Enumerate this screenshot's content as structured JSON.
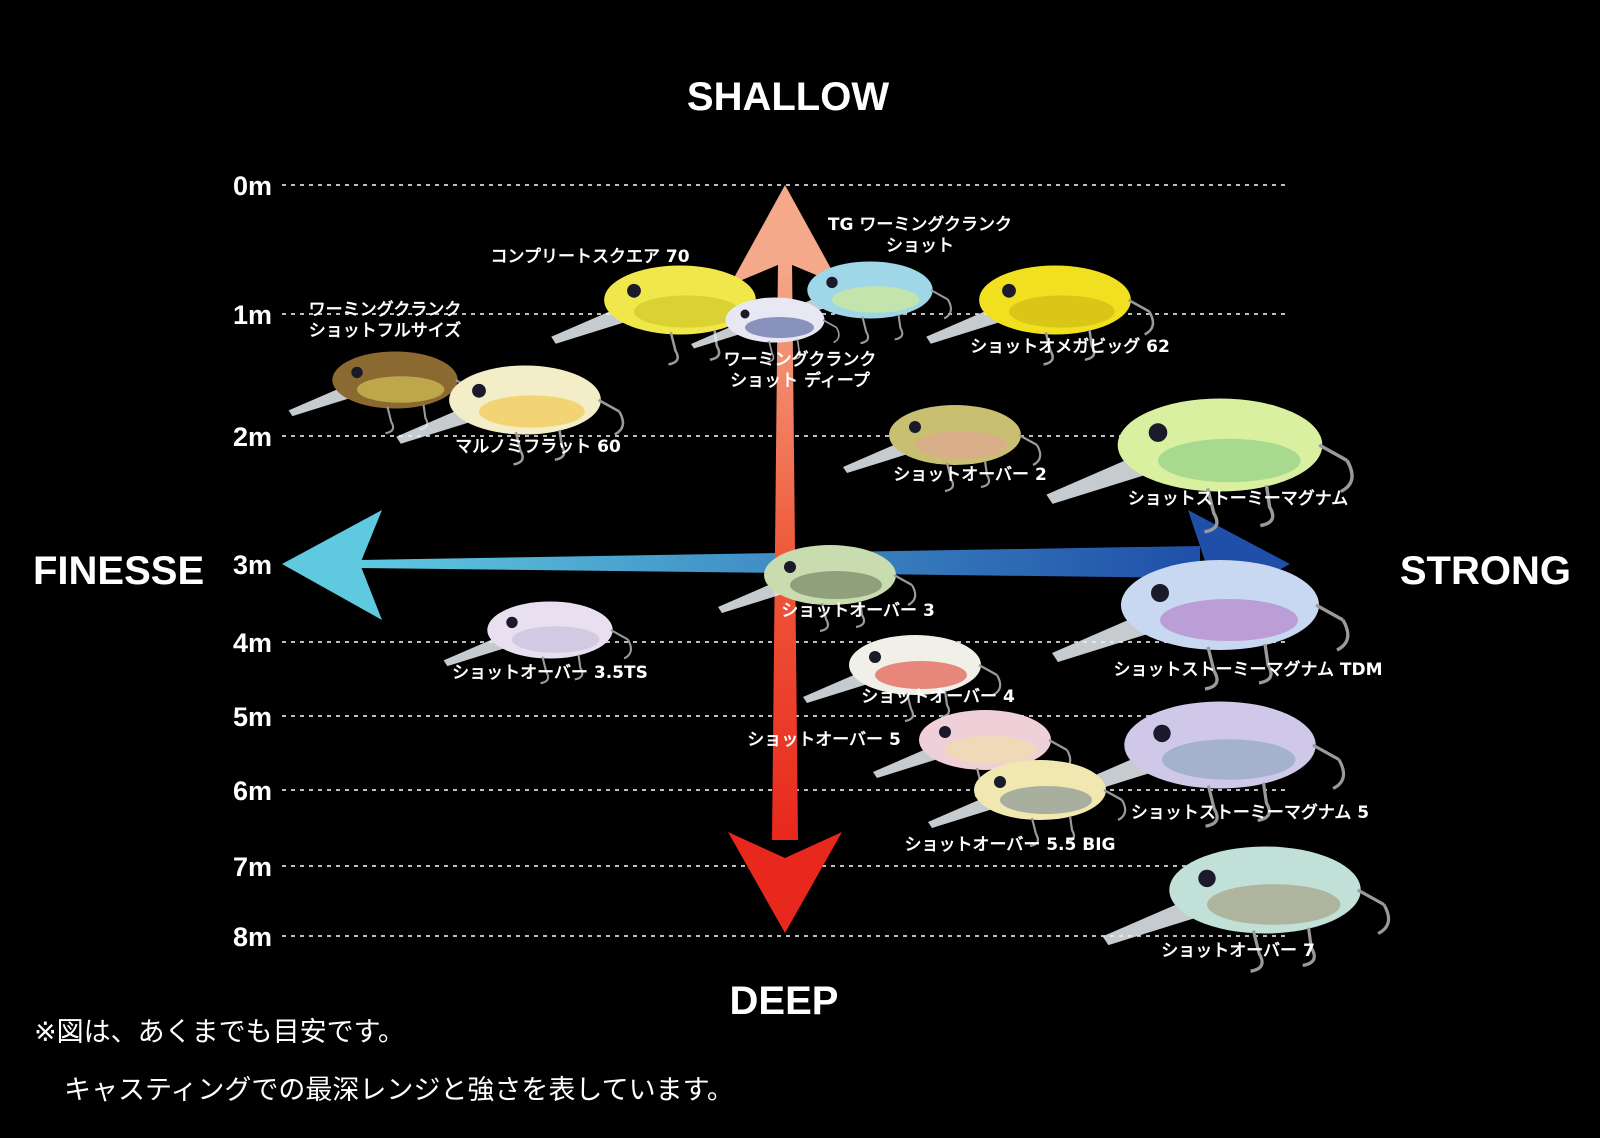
{
  "axes": {
    "top": "SHALLOW",
    "bottom": "DEEP",
    "left": "FINESSE",
    "right": "STRONG"
  },
  "depth_labels": [
    "0m",
    "1m",
    "2m",
    "3m",
    "4m",
    "5m",
    "6m",
    "7m",
    "8m"
  ],
  "colors": {
    "deep_arrow": "#e8281c",
    "shallow_arrow": "#f4a98a",
    "finesse_arrow": "#5fc9e0",
    "strong_arrow": "#1f4fa8",
    "grid_line": "#bdbdbd"
  },
  "lures": [
    {
      "name": [
        "TG ワーミングクランク",
        "ショット"
      ],
      "depth_m": 0.7,
      "body": "#9fd6e8",
      "accent": "#e0f07a",
      "flip": false
    },
    {
      "name": [
        "コンプリートスクエア 70"
      ],
      "depth_m": 0.9,
      "body": "#f0e84a",
      "accent": "#c8c020",
      "flip": false
    },
    {
      "name": [
        "ワーミングクランク",
        "ショットフルサイズ"
      ],
      "depth_m": 1.6,
      "body": "#8a6a30",
      "accent": "#e8d860",
      "flip": false
    },
    {
      "name": [
        "ワーミングクランク",
        "ショット ディープ"
      ],
      "depth_m": 1.1,
      "body": "#e8e8f4",
      "accent": "#3a4a90",
      "flip": false
    },
    {
      "name": [
        "ショットオメガビッグ 62"
      ],
      "depth_m": 1.0,
      "body": "#f0e020",
      "accent": "#c8b010",
      "flip": false
    },
    {
      "name": [
        "マルノミフラット 60"
      ],
      "depth_m": 1.8,
      "body": "#f4eec8",
      "accent": "#f0c030",
      "flip": false
    },
    {
      "name": [
        "ショットオーバー 2"
      ],
      "depth_m": 2.0,
      "body": "#c8c070",
      "accent": "#e8a0a0",
      "flip": false
    },
    {
      "name": [
        "ショットストーミーマグナム"
      ],
      "depth_m": 2.3,
      "body": "#d8f0a0",
      "accent": "#80c880",
      "flip": false
    },
    {
      "name": [
        "ショットオーバー 3"
      ],
      "depth_m": 3.0,
      "body": "#c8dcb0",
      "accent": "#607050",
      "flip": false
    },
    {
      "name": [
        "ショットオーバー 3.5TS"
      ],
      "depth_m": 3.8,
      "body": "#e8e0f0",
      "accent": "#c0b8d8",
      "flip": false
    },
    {
      "name": [
        "ショットストーミーマグナム TDM"
      ],
      "depth_m": 3.6,
      "body": "#c8d8f0",
      "accent": "#b070c0",
      "flip": false
    },
    {
      "name": [
        "ショットオーバー 4"
      ],
      "depth_m": 4.3,
      "body": "#f0f0e8",
      "accent": "#e03020",
      "flip": false
    },
    {
      "name": [
        "ショットオーバー 5"
      ],
      "depth_m": 5.3,
      "body": "#f0d0d8",
      "accent": "#f0e0a0",
      "flip": false
    },
    {
      "name": [
        "ショットストーミーマグナム 5"
      ],
      "depth_m": 5.6,
      "body": "#d0c8e8",
      "accent": "#80a0b8",
      "flip": false
    },
    {
      "name": [
        "ショットオーバー 5.5 BIG"
      ],
      "depth_m": 5.9,
      "body": "#f0e8b0",
      "accent": "#708090",
      "flip": false
    },
    {
      "name": [
        "ショットオーバー 7"
      ],
      "depth_m": 7.8,
      "body": "#c0e0d8",
      "accent": "#a09070",
      "flip": false
    }
  ],
  "notes": [
    "※図は、あくまでも目安です。",
    "キャスティングでの最深レンジと強さを表しています。"
  ]
}
